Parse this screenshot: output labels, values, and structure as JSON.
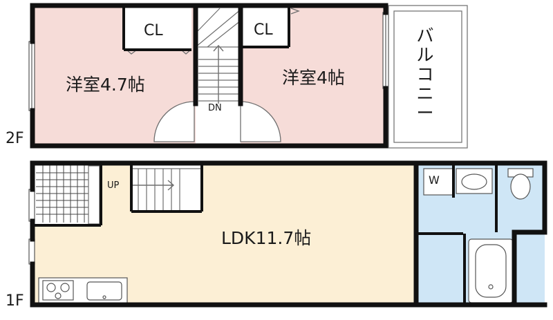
{
  "floors": {
    "second": {
      "label": "2F",
      "rooms": {
        "western_left": "洋室4.7帖",
        "western_right": "洋室4帖",
        "closet_left": "CL",
        "closet_right": "CL",
        "balcony": "バルコニー"
      },
      "stair_label": "DN"
    },
    "first": {
      "label": "1F",
      "rooms": {
        "ldk": "LDK11.7帖",
        "washer": "W"
      },
      "stair_label": "UP"
    }
  },
  "colors": {
    "western_room": "#f6dcd8",
    "ldk": "#fcefd5",
    "wet_area": "#cfe6f6",
    "wall": "#111111",
    "fixture_line": "#6f6f6f"
  }
}
